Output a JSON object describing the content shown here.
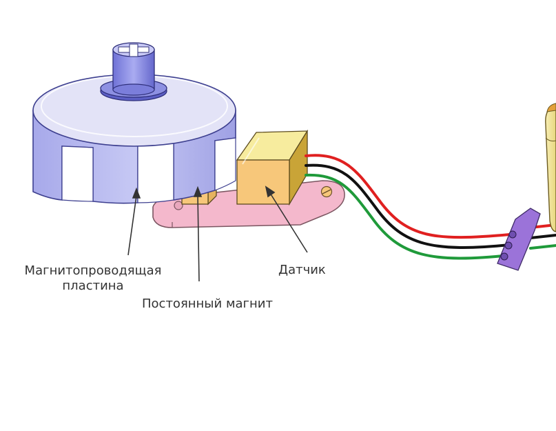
{
  "labels": {
    "plate_line1": "Магнитопроводящая",
    "plate_line2": "пластина",
    "magnet": "Постоянный магнит",
    "sensor": "Датчик"
  },
  "colors": {
    "rotor": "#b7b9ee",
    "rotor_outline": "#3d3f8f",
    "base_plate": "#f4b8cc",
    "magnet": "#f7c77a",
    "sensor_top": "#f7ec9e",
    "wire_red": "#e02020",
    "wire_black": "#111111",
    "wire_green": "#1f9a3a",
    "connector": "#9b73d9",
    "coil": "#f3e7a0"
  }
}
